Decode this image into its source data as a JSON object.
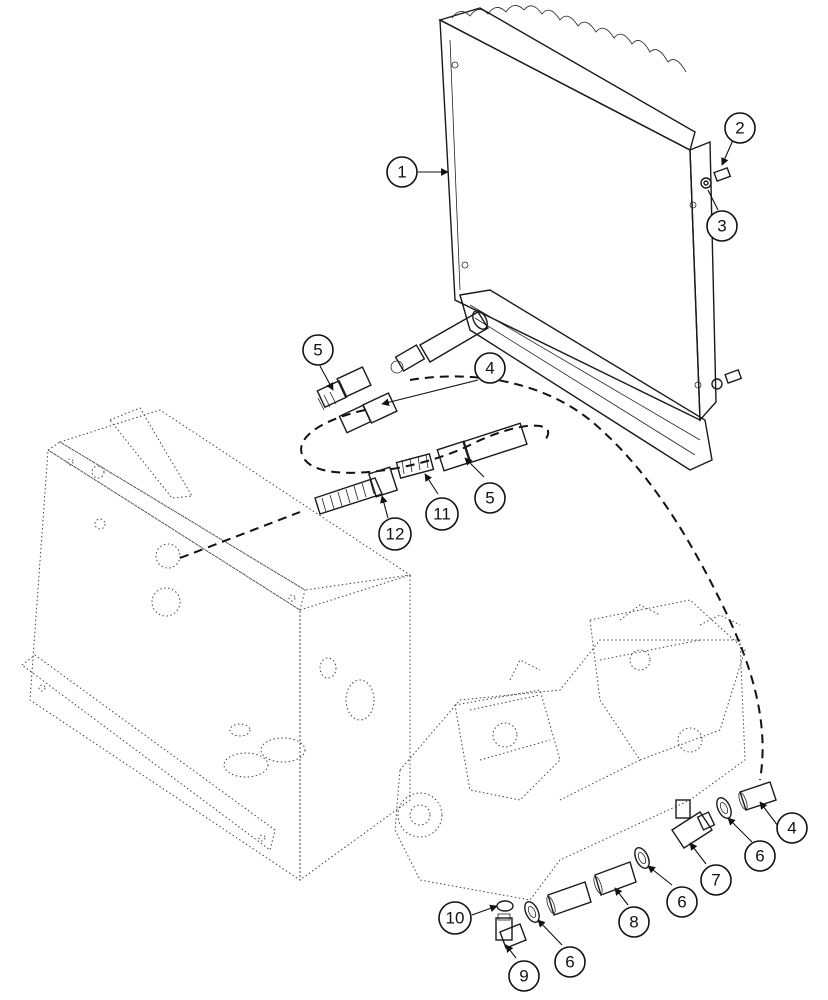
{
  "callouts": [
    {
      "id": "c1",
      "label": "1"
    },
    {
      "id": "c2",
      "label": "2"
    },
    {
      "id": "c3",
      "label": "3"
    },
    {
      "id": "c4a",
      "label": "4"
    },
    {
      "id": "c4b",
      "label": "4"
    },
    {
      "id": "c5a",
      "label": "5"
    },
    {
      "id": "c5b",
      "label": "5"
    },
    {
      "id": "c6a",
      "label": "6"
    },
    {
      "id": "c6b",
      "label": "6"
    },
    {
      "id": "c6c",
      "label": "6"
    },
    {
      "id": "c7",
      "label": "7"
    },
    {
      "id": "c8",
      "label": "8"
    },
    {
      "id": "c9",
      "label": "9"
    },
    {
      "id": "c10",
      "label": "10"
    },
    {
      "id": "c11",
      "label": "11"
    },
    {
      "id": "c12",
      "label": "12"
    }
  ]
}
